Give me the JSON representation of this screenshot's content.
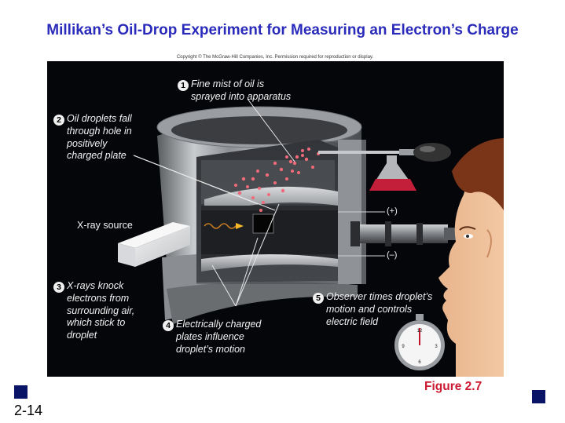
{
  "title": "Millikan’s Oil-Drop Experiment for Measuring an Electron’s Charge",
  "copyright": "Copyright © The McGraw-Hill Companies, Inc. Permission required for reproduction or display.",
  "callouts": [
    {
      "number": "1",
      "lines": [
        "Fine mist of oil is",
        "sprayed into apparatus"
      ]
    },
    {
      "number": "2",
      "lines": [
        "Oil droplets fall",
        "through hole in",
        "positively",
        "charged plate"
      ]
    },
    {
      "number": "3",
      "lines": [
        "X-rays knock",
        "electrons from",
        "surrounding air,",
        "which stick to",
        "droplet"
      ]
    },
    {
      "number": "4",
      "lines": [
        "Electrically charged",
        "plates influence",
        "droplet’s motion"
      ]
    },
    {
      "number": "5",
      "lines": [
        "Observer times droplet’s",
        "motion and controls",
        "electric field"
      ]
    }
  ],
  "xray_label": "X-ray source",
  "plate_positive": "(+)",
  "plate_negative": "(–)",
  "figure_label": "Figure 2.7",
  "slide_number": "2-14",
  "colors": {
    "title": "#2b2bbb",
    "figure_label": "#cc1a33",
    "nav_square": "#0a1466",
    "background_panel": "#05060a"
  },
  "icons": [
    "oil-atomizer-icon",
    "stopwatch-icon",
    "telescope-icon",
    "observer-head-icon"
  ]
}
